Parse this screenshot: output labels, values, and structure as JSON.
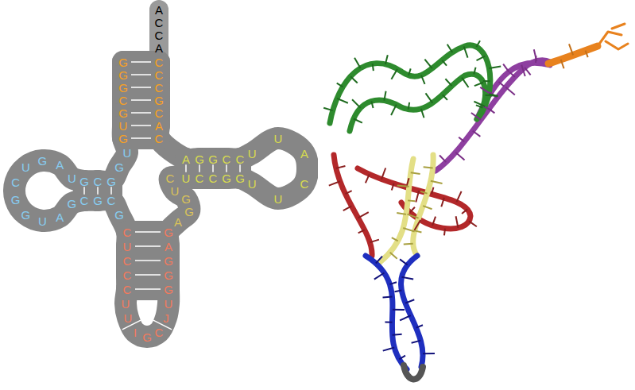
{
  "diagram": {
    "nodes": [
      {
        "text": [
          "G",
          "G",
          "G",
          "C",
          "G",
          "U",
          "G",
          "U",
          "G",
          "G",
          "C",
          "G",
          "U",
          "A",
          "G",
          "U",
          "C",
          "G",
          "G",
          "U",
          "A",
          "G",
          "C",
          "G",
          "C",
          "G",
          "C",
          "U",
          "C",
          "C",
          "C",
          "U",
          "U",
          "I",
          "G",
          "C",
          "J",
          "U",
          "G",
          "G",
          "G",
          "A",
          "G",
          "A",
          "G",
          "G",
          "U",
          "C",
          "U",
          "C",
          "C",
          "G",
          "G",
          "U",
          "U",
          "C",
          "A",
          "U",
          "U",
          "C",
          "C",
          "G",
          "G",
          "A",
          "C",
          "A",
          "C",
          "G",
          "C",
          "C",
          "C",
          "A",
          "C",
          "C",
          "A"
        ]
      }
    ]
  }
}
